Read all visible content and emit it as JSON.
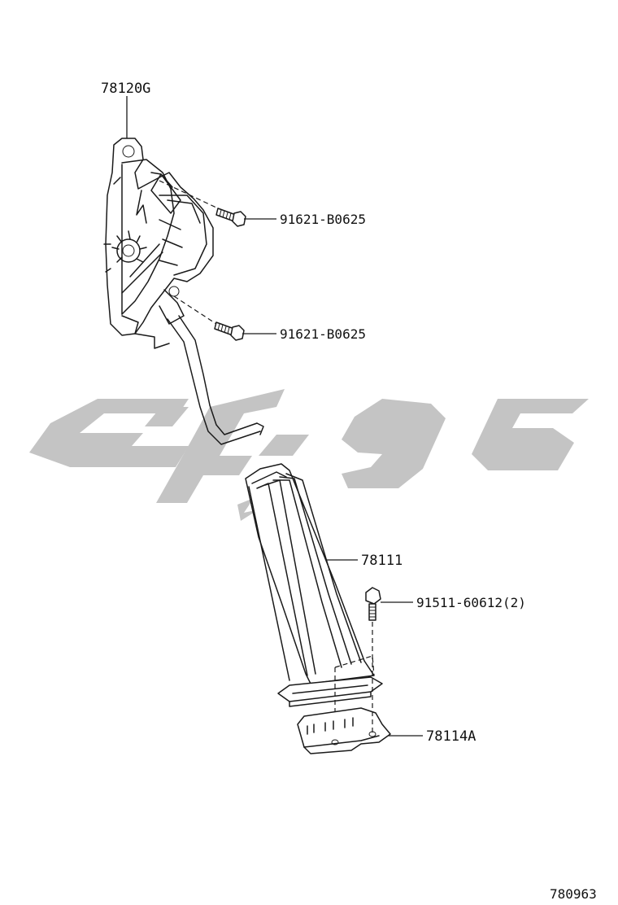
{
  "diagram": {
    "parts": {
      "sensor_assembly": "78120G",
      "bolt_upper": "91621-B0625",
      "bolt_lower": "91621-B0625",
      "pedal_arm": "78111",
      "bracket_bolt": "91511-60612(2)",
      "bracket": "78114A"
    },
    "figure_number": "780963"
  },
  "colors": {
    "line": "#1a1a1a",
    "watermark": "#c4c4c4",
    "background": "#ffffff"
  }
}
